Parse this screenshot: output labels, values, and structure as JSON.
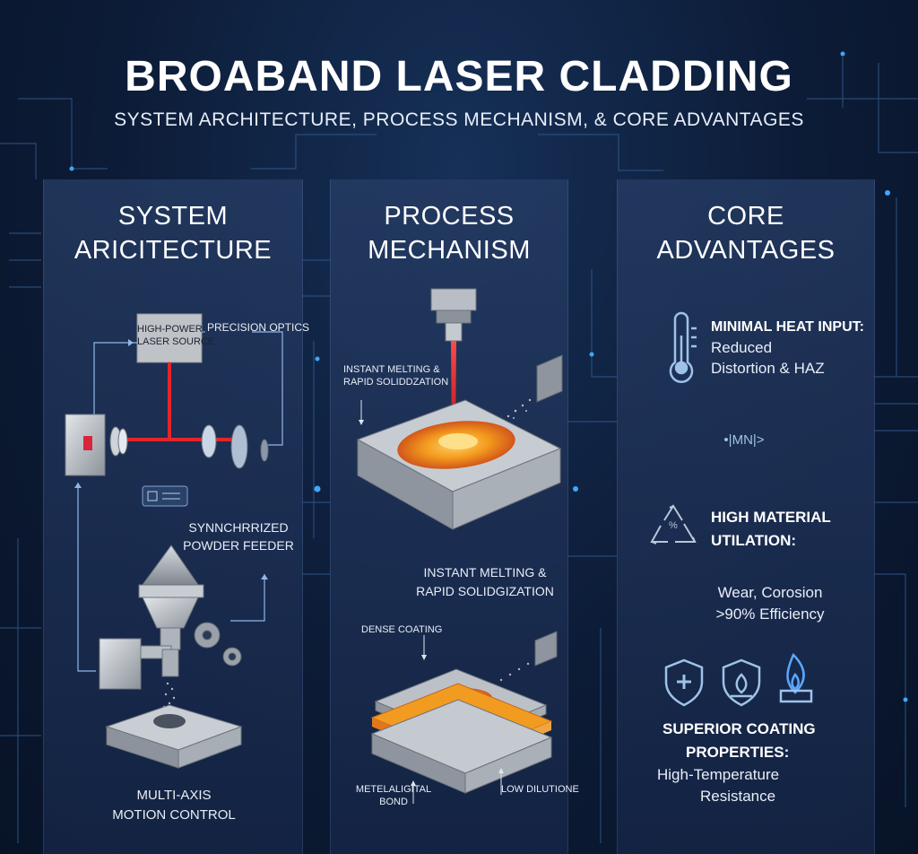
{
  "title": "BROABAND LASER CLADDING",
  "subtitle": "SYSTEM ARCHITECTURE, PROCESS MECHANISM, & CORE ADVANTAGES",
  "system": {
    "heading_line1": "SYSTEM",
    "heading_line2": "ARICITECTURE",
    "laser_source_line1": "HIGH-POWER",
    "laser_source_line2": "LASER SOURCE",
    "precision_optics": "PRECISION OPTICS",
    "powder_feeder_line1": "SYNNCHRRIZED",
    "powder_feeder_line2": "POWDER FEEDER",
    "motion_line1": "MULTI-AXIS",
    "motion_line2": "MOTION CONTROL"
  },
  "process": {
    "heading_line1": "PROCESS",
    "heading_line2": "MECHANISM",
    "callout_line1": "INSTANT MELTING &",
    "callout_line2": "RAPID SOLIDDZATION",
    "mid_line1": "INSTANT MELTING &",
    "mid_line2": "RAPID SOLIDGIZATION",
    "dense_coating": "DENSE COATING",
    "bond_line1": "METELALIGITAL",
    "bond_line2": "BOND",
    "low_dilution": "LOW DILUTIONE"
  },
  "advantages": {
    "heading_line1": "CORE",
    "heading_line2": "ADVANTAGES",
    "heat_title": "MINIMAL HEAT INPUT:",
    "heat_line1": "Reduced",
    "heat_line2": "Distortion & HAZ",
    "scale_glyph": "•|MN|>",
    "material_line1": "HIGH MATERIAL",
    "material_line2": "UTILATION:",
    "recycle_glyph": "%",
    "eff_line1": "Wear, Corosion",
    "eff_line2": ">90% Efficiency",
    "coating_line1": "SUPERIOR COATING",
    "coating_line2": "PROPERTIES:",
    "coating_line3": "High-Temperature",
    "coating_line4": "Resistance"
  },
  "colors": {
    "background": "#0c1b36",
    "panel": "#203a66",
    "laser_red": "#e5252a",
    "melt_orange": "#f39a1d",
    "steel": "#b9bec6",
    "icon_blue": "#9fc2e8"
  }
}
